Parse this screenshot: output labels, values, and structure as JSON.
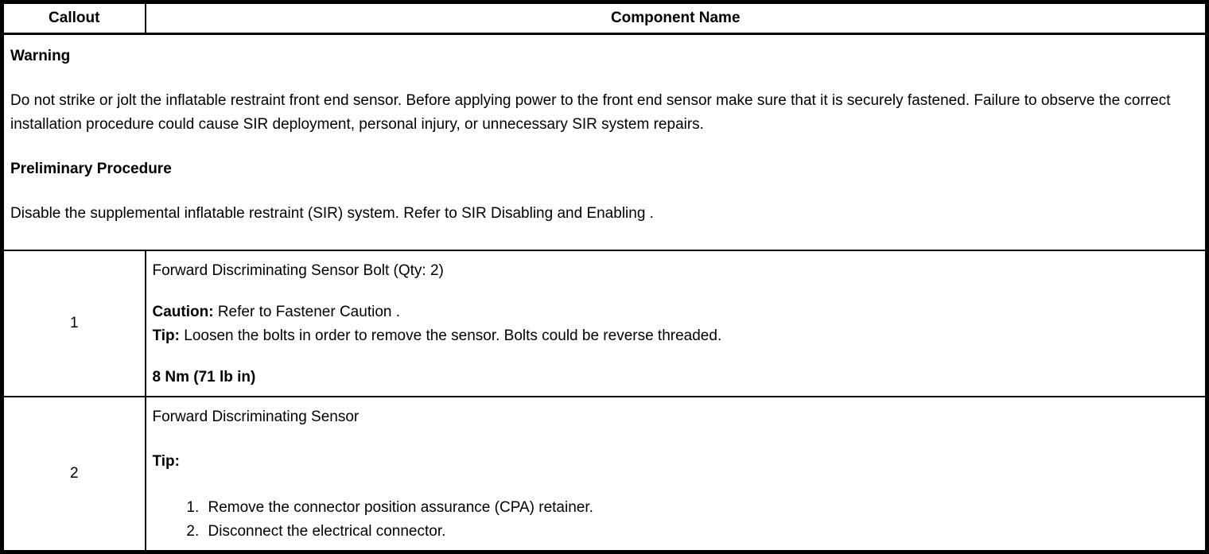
{
  "table": {
    "header": {
      "callout": "Callout",
      "component_name": "Component Name"
    },
    "notice": {
      "warning_title": "Warning",
      "warning_text": "Do not strike or jolt the inflatable restraint front end sensor. Before applying power to the front end sensor make sure that it is securely fastened. Failure to observe the correct installation procedure could cause SIR deployment, personal injury, or unnecessary SIR system repairs.",
      "preliminary_title": "Preliminary Procedure",
      "preliminary_lead": "Disable the supplemental inflatable restraint (SIR) system. Refer to ",
      "preliminary_reference": "SIR Disabling and Enabling",
      "preliminary_tail": " ."
    },
    "rows": [
      {
        "callout": "1",
        "name": "Forward Discriminating Sensor Bolt (Qty: 2)",
        "caution_label": "Caution:",
        "caution_lead": " Refer to ",
        "caution_reference": "Fastener Caution",
        "caution_tail": " .",
        "tip_label": "Tip:",
        "tip_text": " Loosen the bolts in order to remove the sensor. Bolts could be reverse threaded.",
        "torque": "8 Nm (71 lb in)"
      },
      {
        "callout": "2",
        "name": "Forward Discriminating Sensor",
        "tip_label": "Tip:",
        "steps": [
          "Remove the connector position assurance (CPA) retainer.",
          "Disconnect the electrical connector."
        ]
      }
    ]
  }
}
